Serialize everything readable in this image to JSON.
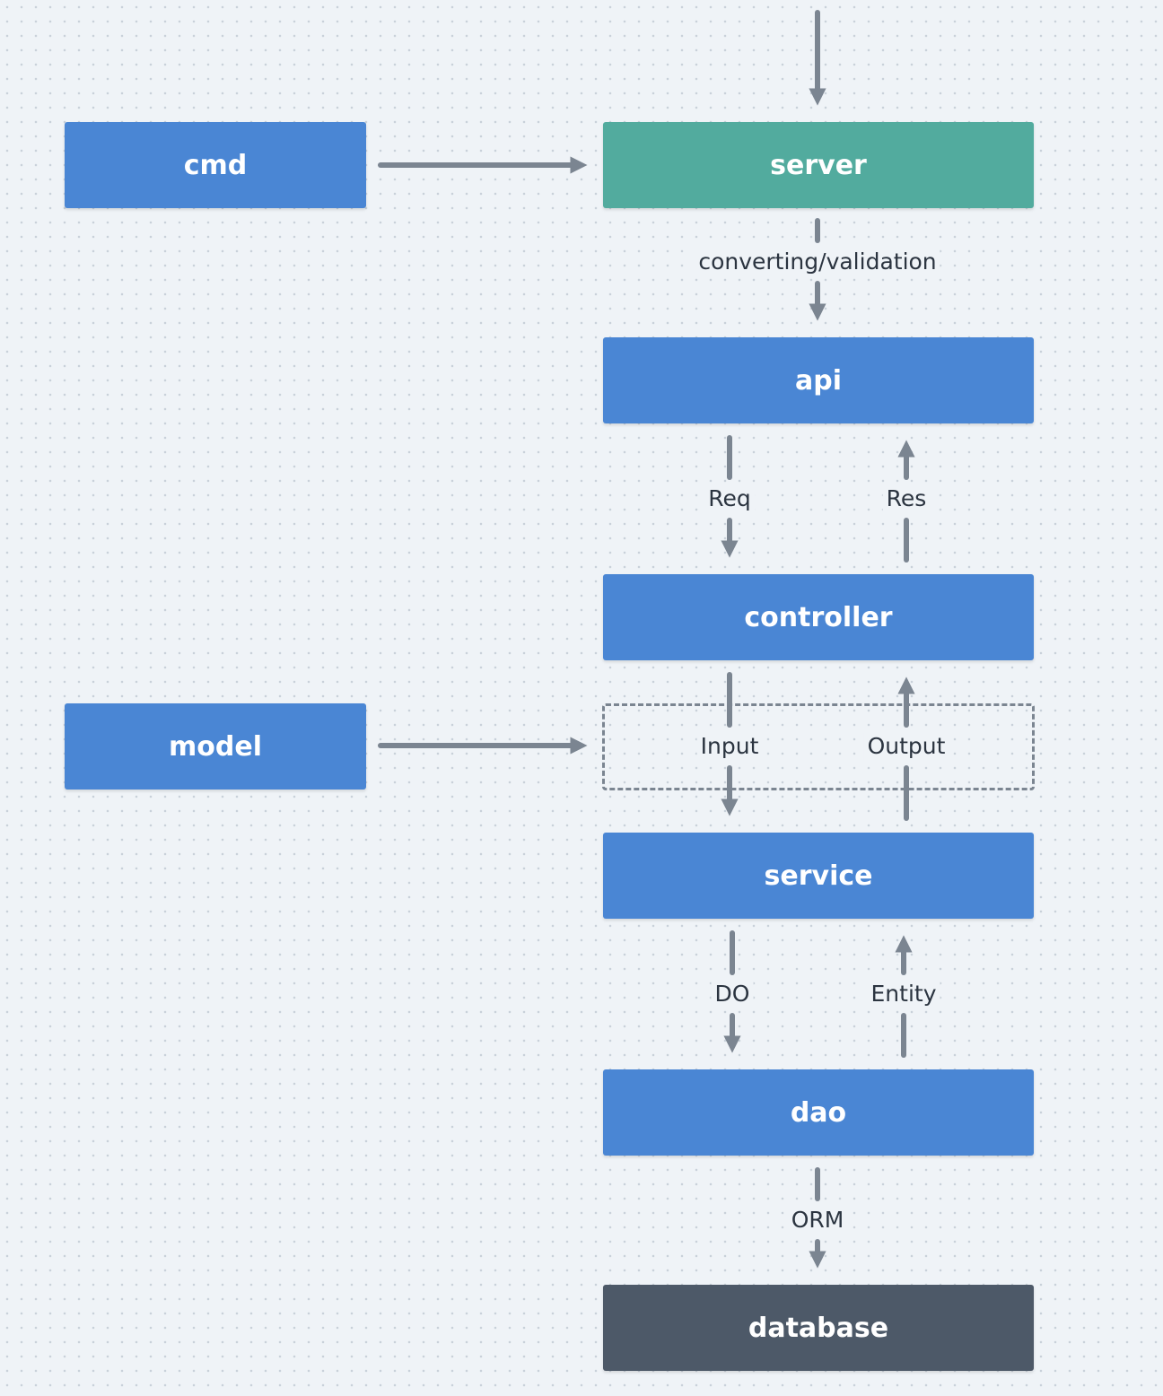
{
  "colors": {
    "background": "#eff3f7",
    "blue_node": "#4a86d4",
    "green_node": "#52ab9e",
    "dark_node": "#4d5968",
    "arrow": "#7b8591",
    "label_text": "#2b3440"
  },
  "nodes": {
    "cmd": "cmd",
    "server": "server",
    "api": "api",
    "controller": "controller",
    "model": "model",
    "service": "service",
    "dao": "dao",
    "database": "database"
  },
  "edges": {
    "server_to_api": "converting/validation",
    "api_to_controller": "Req",
    "controller_to_api": "Res",
    "controller_to_service": "Input",
    "service_to_controller": "Output",
    "service_to_dao": "DO",
    "dao_to_service": "Entity",
    "dao_to_database": "ORM"
  }
}
